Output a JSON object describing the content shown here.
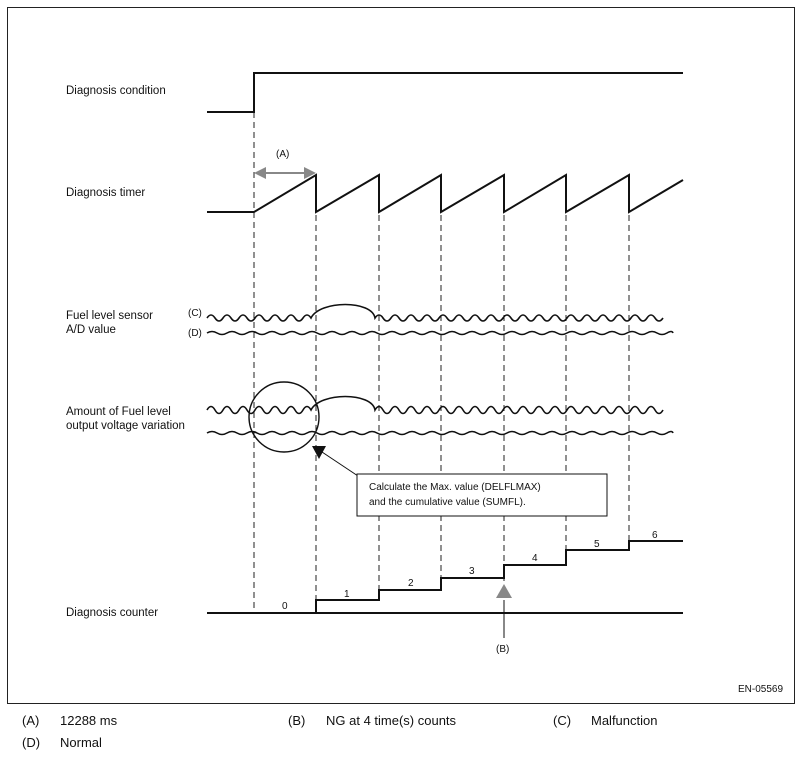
{
  "diagram": {
    "signals": {
      "condition": "Diagnosis condition",
      "timer": "Diagnosis timer",
      "sensor_line1": "Fuel level sensor",
      "sensor_line2": "A/D value",
      "amount_line1": "Amount of Fuel level",
      "amount_line2": "output voltage variation",
      "counter": "Diagnosis counter"
    },
    "markers": {
      "a": "(A)",
      "b": "(B)",
      "c": "(C)",
      "d": "(D)"
    },
    "counter_values": [
      "0",
      "1",
      "2",
      "3",
      "4",
      "5",
      "6"
    ],
    "callout": {
      "line1": "Calculate the Max. value (DELFLMAX)",
      "line2": "and the cumulative value (SUMFL)."
    },
    "figure_id": "EN-05569"
  },
  "legend": [
    {
      "key": "(A)",
      "text": "12288 ms"
    },
    {
      "key": "(B)",
      "text": "NG at 4 time(s) counts"
    },
    {
      "key": "(C)",
      "text": "Malfunction"
    },
    {
      "key": "(D)",
      "text": "Normal"
    }
  ]
}
